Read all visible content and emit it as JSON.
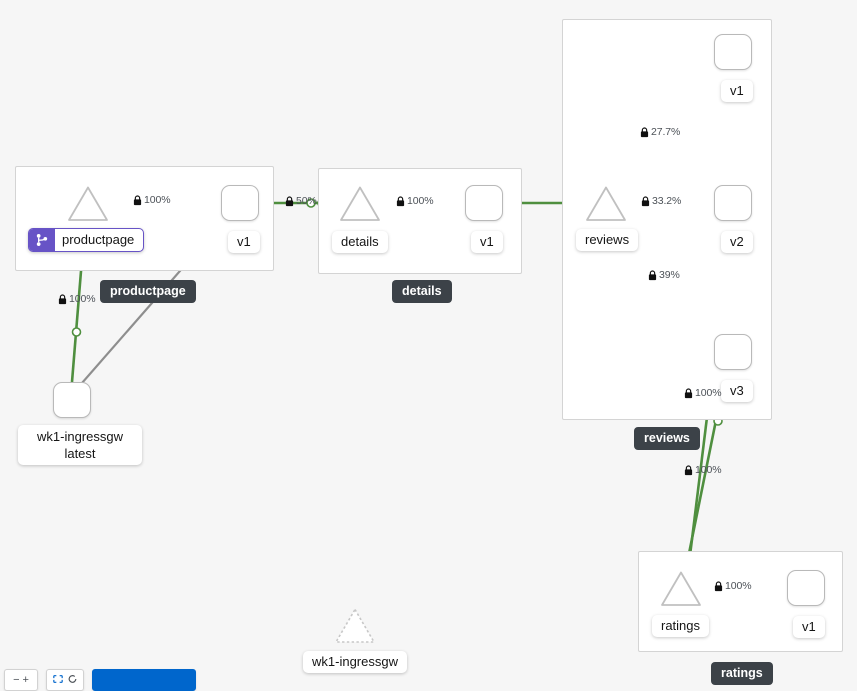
{
  "graph": {
    "background_color": "#f6f6f6",
    "edge_color": "#4f8f3f",
    "edge_color_idle": "#9a9a9a",
    "group_border_color": "#d4d4d4",
    "badge_color": "#6753c6",
    "chip_color": "#3c4248"
  },
  "groups": [
    {
      "id": "productpage",
      "label": "productpage"
    },
    {
      "id": "details",
      "label": "details"
    },
    {
      "id": "reviews",
      "label": "reviews"
    },
    {
      "id": "ratings",
      "label": "ratings"
    }
  ],
  "nodes": [
    {
      "id": "ingressgw",
      "type": "workload",
      "label_line1": "wk1-ingressgw",
      "label_line2": "latest"
    },
    {
      "id": "ingressgw_app",
      "type": "app",
      "label": "wk1-ingressgw"
    },
    {
      "id": "productpage_app",
      "type": "app",
      "label": "productpage",
      "badge": "virtual-service"
    },
    {
      "id": "productpage_v1",
      "type": "version",
      "label": "v1"
    },
    {
      "id": "details_app",
      "type": "app",
      "label": "details"
    },
    {
      "id": "details_v1",
      "type": "version",
      "label": "v1"
    },
    {
      "id": "reviews_app",
      "type": "app",
      "label": "reviews"
    },
    {
      "id": "reviews_v1",
      "type": "version",
      "label": "v1"
    },
    {
      "id": "reviews_v2",
      "type": "version",
      "label": "v2"
    },
    {
      "id": "reviews_v3",
      "type": "version",
      "label": "v3"
    },
    {
      "id": "ratings_app",
      "type": "app",
      "label": "ratings"
    },
    {
      "id": "ratings_v1",
      "type": "version",
      "label": "v1"
    }
  ],
  "edges": [
    {
      "id": "e1",
      "source": "ingressgw",
      "target": "productpage_app",
      "label": "100%",
      "mtls": true,
      "status": "healthy"
    },
    {
      "id": "e2",
      "source": "ingressgw",
      "target": "productpage_v1",
      "label": "",
      "mtls": false,
      "status": "idle"
    },
    {
      "id": "e3",
      "source": "productpage_app",
      "target": "productpage_v1",
      "label": "100%",
      "mtls": true,
      "status": "healthy"
    },
    {
      "id": "e4",
      "source": "productpage_v1",
      "target": "details_app",
      "label": "50%",
      "mtls": true,
      "status": "healthy"
    },
    {
      "id": "e5",
      "source": "details_app",
      "target": "details_v1",
      "label": "100%",
      "mtls": true,
      "status": "healthy"
    },
    {
      "id": "e6",
      "source": "details_v1",
      "target": "reviews_app",
      "label": "",
      "mtls": false,
      "status": "healthy"
    },
    {
      "id": "e7",
      "source": "reviews_app",
      "target": "reviews_v1",
      "label": "27.7%",
      "mtls": true,
      "status": "healthy"
    },
    {
      "id": "e8",
      "source": "reviews_app",
      "target": "reviews_v2",
      "label": "33.2%",
      "mtls": true,
      "status": "healthy"
    },
    {
      "id": "e9",
      "source": "reviews_app",
      "target": "reviews_v3",
      "label": "39%",
      "mtls": true,
      "status": "healthy"
    },
    {
      "id": "e10",
      "source": "reviews_v3",
      "target": "ratings_app",
      "label": "100%",
      "mtls": true,
      "status": "healthy"
    },
    {
      "id": "e11",
      "source": "reviews_v2",
      "target": "ratings_app",
      "label": "100%",
      "mtls": true,
      "status": "healthy"
    },
    {
      "id": "e12",
      "source": "ratings_app",
      "target": "ratings_v1",
      "label": "100%",
      "mtls": true,
      "status": "healthy"
    }
  ],
  "chips": [
    {
      "id": "chip-productpage",
      "label": "productpage"
    },
    {
      "id": "chip-details",
      "label": "details"
    },
    {
      "id": "chip-reviews",
      "label": "reviews"
    },
    {
      "id": "chip-ratings",
      "label": "ratings"
    }
  ],
  "toolbar": {
    "zoom_out_label": "−",
    "zoom_in_label": "+",
    "fit_label": "",
    "legend_label": ""
  }
}
